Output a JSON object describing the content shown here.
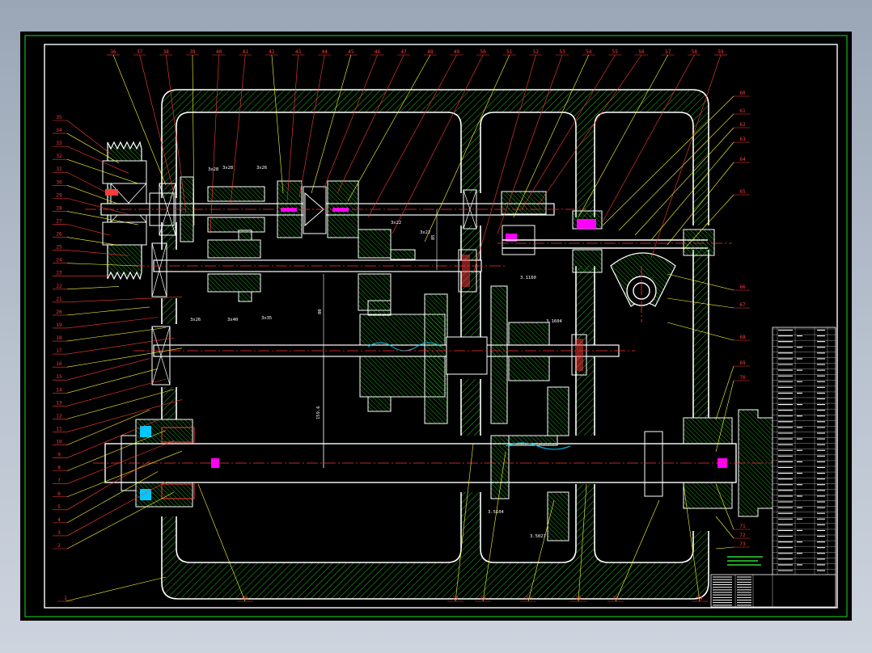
{
  "drawing": {
    "colors": {
      "outer_frame": "#1fdc1f",
      "border": "#ffffff",
      "hatch": "#1fc01f",
      "leader": "#ffff33",
      "leader_alt": "#ff3b3b",
      "callout_text": "#ff3b3b",
      "centerline": "#ff3333",
      "key_part": "#ff00ff",
      "bearing": "#ff3b3b",
      "outline": "#ffffff"
    },
    "callouts_top": [
      "36",
      "37",
      "38",
      "39",
      "40",
      "41",
      "42",
      "43",
      "44",
      "45",
      "46",
      "47",
      "48",
      "49",
      "50",
      "51",
      "52",
      "53",
      "54",
      "55",
      "56",
      "57",
      "58",
      "59"
    ],
    "callouts_left": [
      "35",
      "34",
      "33",
      "32",
      "31",
      "30",
      "29",
      "28",
      "27",
      "26",
      "25",
      "24",
      "23",
      "22",
      "21",
      "20",
      "19",
      "18",
      "17",
      "16",
      "15",
      "14",
      "13",
      "12",
      "11",
      "10",
      "9",
      "8",
      "7",
      "6",
      "5",
      "4",
      "3",
      "2"
    ],
    "callouts_right": [
      "60",
      "61",
      "62",
      "63",
      "64",
      "65",
      "66",
      "67",
      "68",
      "69",
      "70",
      "71",
      "72",
      "73"
    ],
    "callouts_bottom": [
      "1",
      "80",
      "79",
      "78",
      "77",
      "76",
      "75",
      "74"
    ],
    "dimension_labels": [
      {
        "id": "d1",
        "text": "3x28"
      },
      {
        "id": "d2",
        "text": "3x28"
      },
      {
        "id": "d3",
        "text": "3x26"
      },
      {
        "id": "d4",
        "text": "3x22"
      },
      {
        "id": "d5",
        "text": "3x22"
      },
      {
        "id": "d6",
        "text": "3x26"
      },
      {
        "id": "d7",
        "text": "3x40"
      },
      {
        "id": "d8",
        "text": "3x35"
      },
      {
        "id": "d9",
        "text": "3.1160"
      },
      {
        "id": "d10",
        "text": "3.1604"
      },
      {
        "id": "d11",
        "text": "3.5104"
      },
      {
        "id": "d12",
        "text": "3.5027"
      },
      {
        "id": "d13",
        "text": "80"
      },
      {
        "id": "d14",
        "text": "159.6"
      },
      {
        "id": "d15",
        "text": "85"
      }
    ],
    "title_block": {
      "rows": 12
    },
    "parts_list": {
      "rows": 48
    }
  }
}
